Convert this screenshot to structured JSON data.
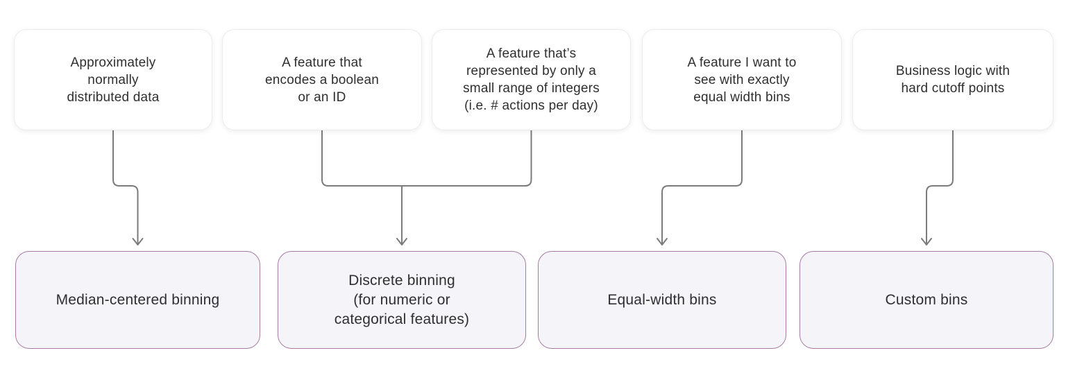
{
  "diagram": {
    "description": "Flowchart mapping feature/data characteristics to binning strategies",
    "top_nodes": [
      {
        "id": "top-1",
        "label": "Approximately\nnormally\ndistributed data"
      },
      {
        "id": "top-2",
        "label": "A feature that\nencodes a boolean\nor an ID"
      },
      {
        "id": "top-3",
        "label": "A feature that’s\nrepresented by only a\nsmall range of integers\n(i.e. # actions per day)"
      },
      {
        "id": "top-4",
        "label": "A feature I want to\nsee with exactly\nequal width bins"
      },
      {
        "id": "top-5",
        "label": "Business logic with\nhard cutoff points"
      }
    ],
    "bottom_nodes": [
      {
        "id": "bottom-1",
        "label": "Median-centered binning"
      },
      {
        "id": "bottom-2",
        "label": "Discrete binning\n(for numeric or\ncategorical features)"
      },
      {
        "id": "bottom-3",
        "label": "Equal-width bins"
      },
      {
        "id": "bottom-4",
        "label": "Custom bins"
      }
    ],
    "edges": [
      {
        "from": [
          "top-1"
        ],
        "to": "bottom-1"
      },
      {
        "from": [
          "top-2",
          "top-3"
        ],
        "to": "bottom-2"
      },
      {
        "from": [
          "top-4"
        ],
        "to": "bottom-3"
      },
      {
        "from": [
          "top-5"
        ],
        "to": "bottom-4"
      }
    ]
  },
  "colors": {
    "connector_line": "#7b7b7b",
    "card_fill": "#ffffff",
    "card_border": "#ececec",
    "result_fill": "#f5f4f9",
    "result_border": "#a57ba5",
    "text": "#2f2f2f"
  }
}
